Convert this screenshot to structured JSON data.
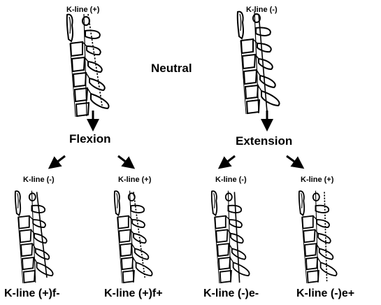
{
  "top": {
    "left_kline": "K-line (+)",
    "right_kline": "K-line (-)",
    "neutral": "Neutral"
  },
  "stages": {
    "flexion": "Flexion",
    "extension": "Extension"
  },
  "bottom_klines": [
    "K-line (-)",
    "K-line (+)",
    "K-line (-)",
    "K-line (+)"
  ],
  "categories": [
    "K-line (+)f-",
    "K-line (+)f+",
    "K-line (-)e-",
    "K-line (-)e+"
  ]
}
